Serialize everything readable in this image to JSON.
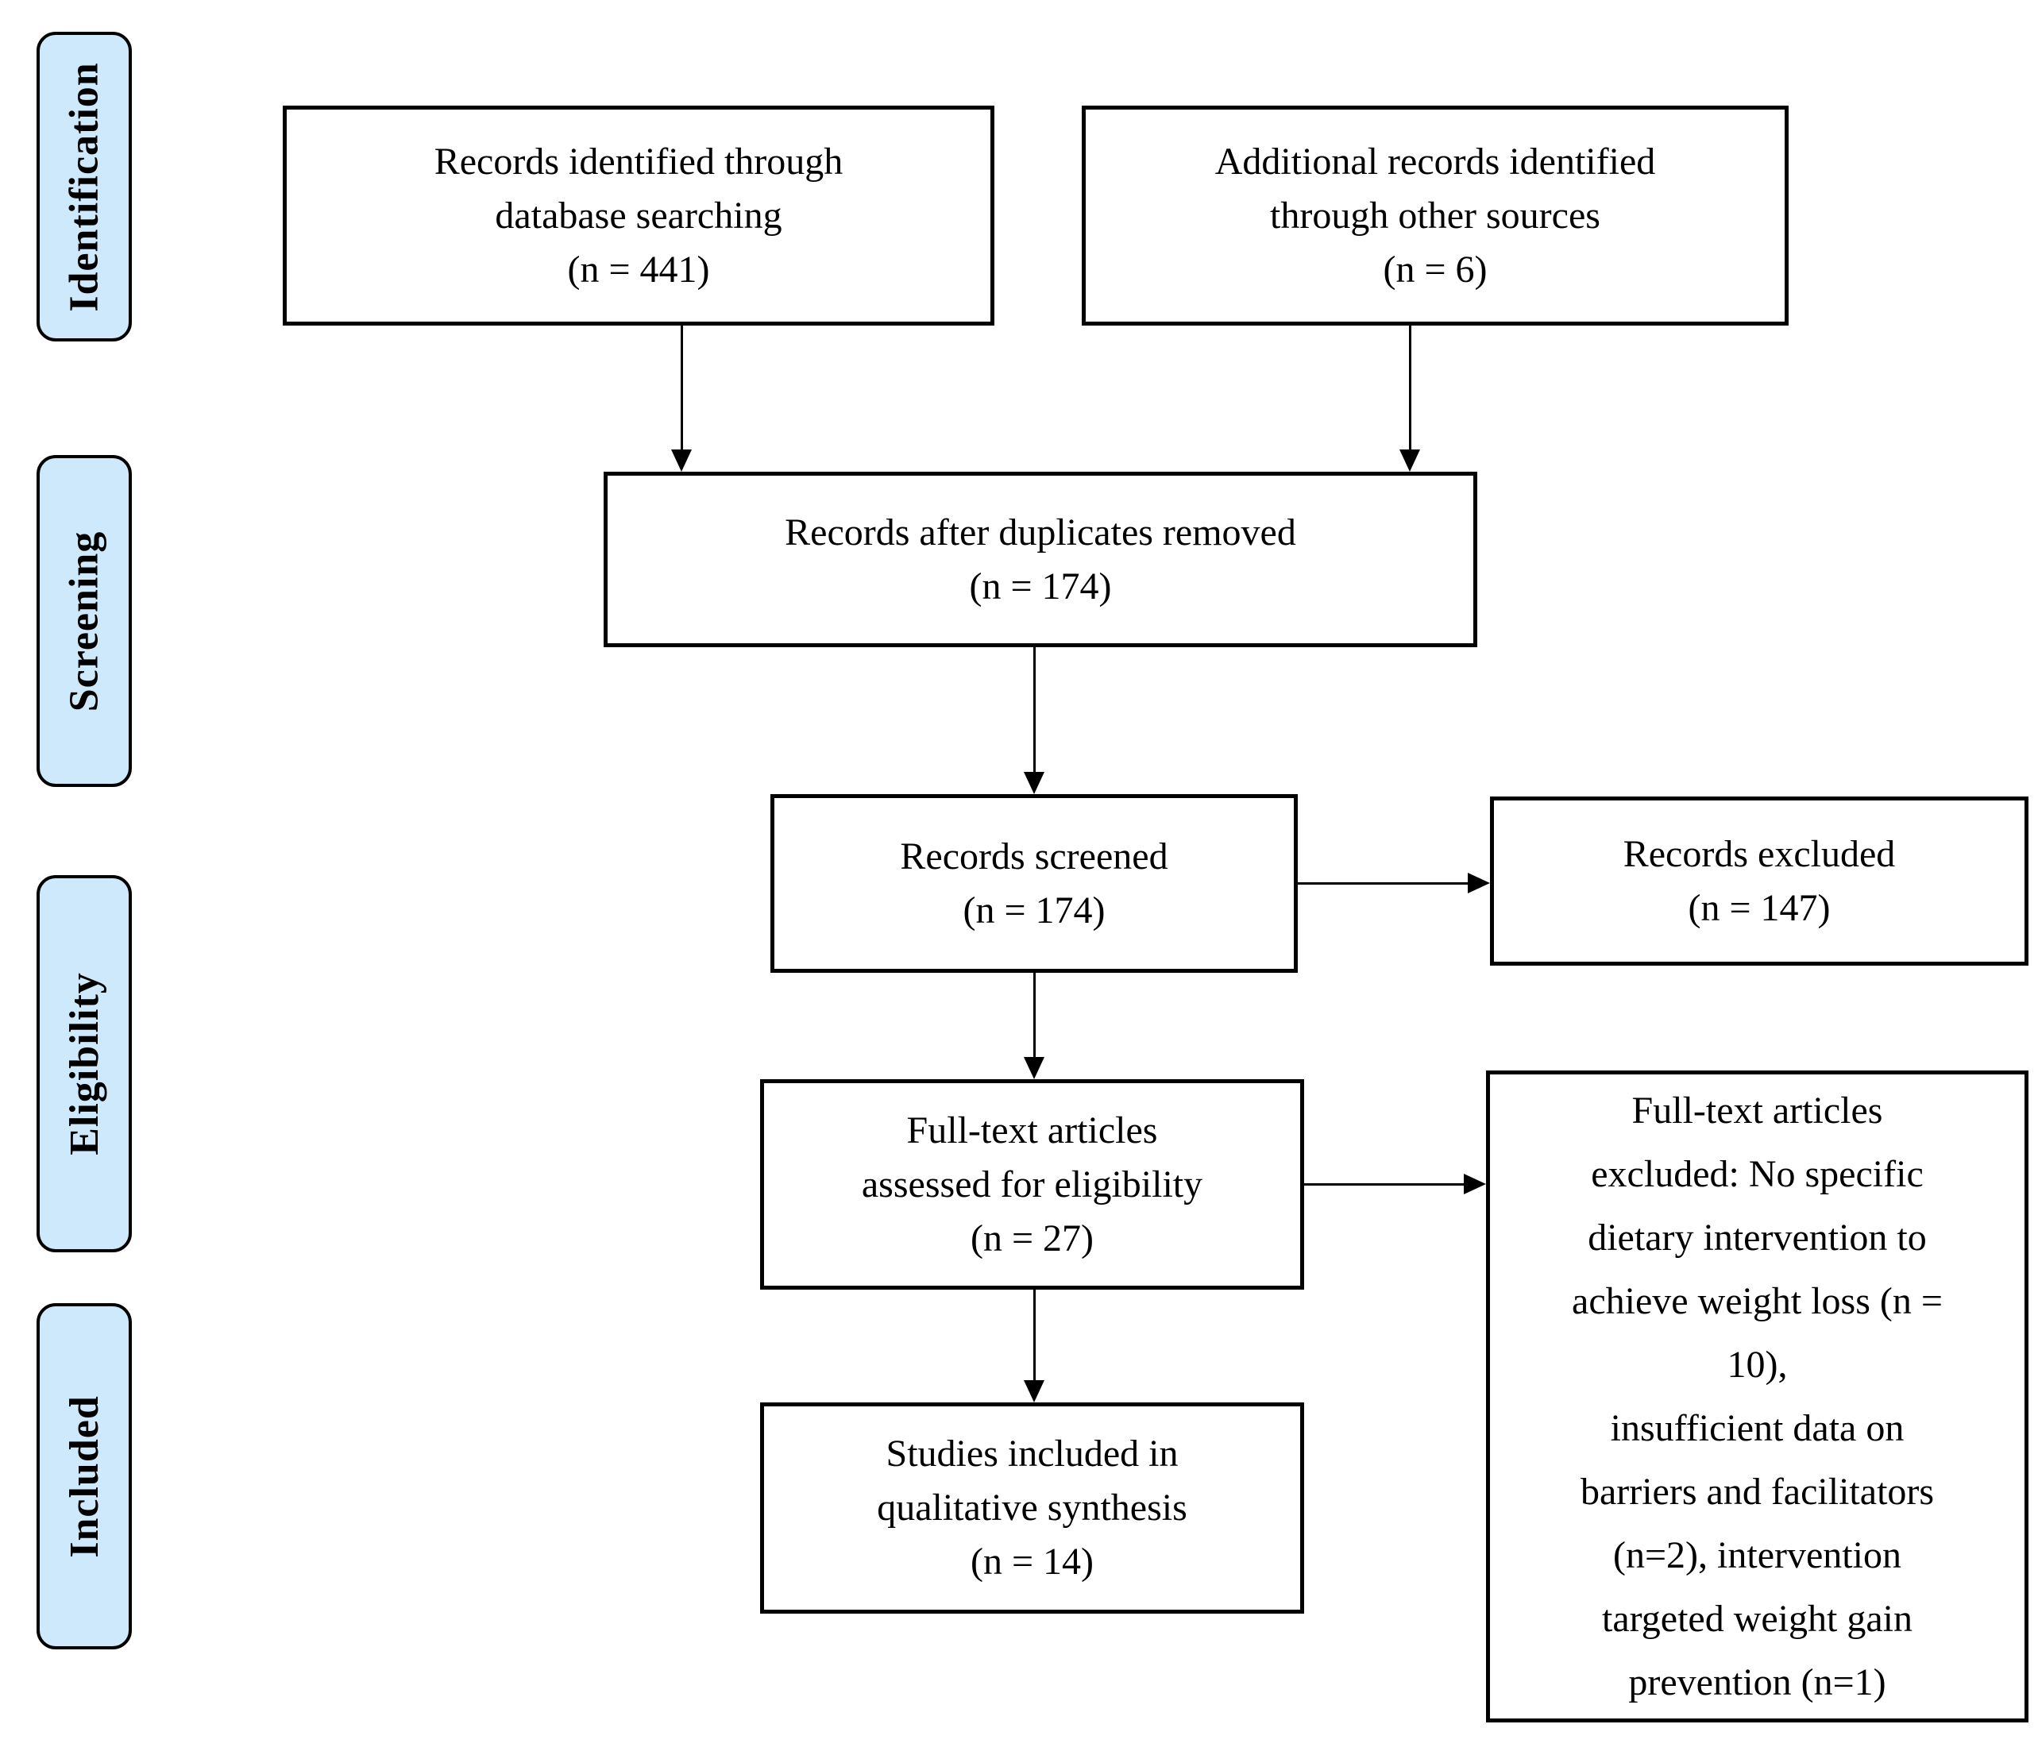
{
  "diagram": {
    "type": "prisma-flow",
    "stages": [
      {
        "label": "Identification"
      },
      {
        "label": "Screening"
      },
      {
        "label": "Eligibility"
      },
      {
        "label": "Included"
      }
    ],
    "boxes": {
      "identified": {
        "lines": [
          "Records identified through",
          "database searching",
          "(n = 441)"
        ]
      },
      "additional": {
        "lines": [
          "Additional records identified",
          "through other sources",
          "(n = 6)"
        ]
      },
      "deduplicated": {
        "lines": [
          "Records after duplicates removed",
          "(n = 174)"
        ]
      },
      "screened": {
        "lines": [
          "Records screened",
          "(n = 174)"
        ]
      },
      "excluded": {
        "lines": [
          "Records excluded",
          "(n = 147)"
        ]
      },
      "fulltext": {
        "lines": [
          "Full-text articles",
          "assessed for eligibility",
          "(n = 27)"
        ]
      },
      "fulltext_excluded": {
        "lines": [
          "Full-text articles",
          "excluded: No specific",
          "dietary intervention to",
          "achieve weight loss (n =",
          "10),",
          "insufficient data on",
          "barriers and facilitators",
          "(n=2), intervention",
          "targeted weight gain",
          "prevention (n=1)"
        ]
      },
      "included_studies": {
        "lines": [
          "Studies included in",
          "qualitative synthesis",
          "(n = 14)"
        ]
      }
    },
    "arrows": [
      {
        "from": "identified",
        "to": "deduplicated"
      },
      {
        "from": "additional",
        "to": "deduplicated"
      },
      {
        "from": "deduplicated",
        "to": "screened"
      },
      {
        "from": "screened",
        "to": "excluded"
      },
      {
        "from": "screened",
        "to": "fulltext"
      },
      {
        "from": "fulltext",
        "to": "fulltext_excluded"
      },
      {
        "from": "fulltext",
        "to": "included_studies"
      }
    ],
    "colors": {
      "stage_fill": "#cde9fb",
      "border": "#000000",
      "box_fill": "#ffffff",
      "text": "#000000"
    }
  }
}
